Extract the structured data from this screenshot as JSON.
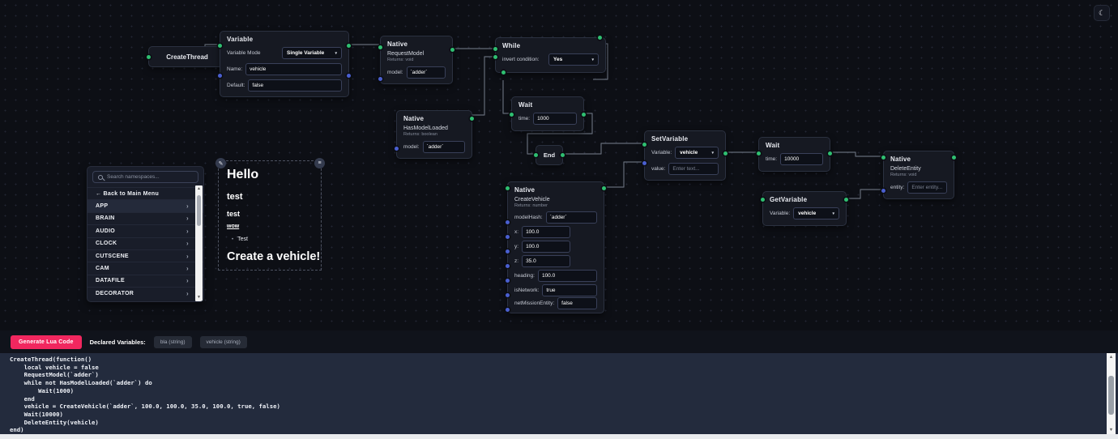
{
  "icons": {
    "chevron_down": "▾",
    "chevron_right": "›",
    "moon": "☾",
    "pencil": "✎",
    "note_menu": "≡",
    "scroll_up": "▲",
    "scroll_down": "▼",
    "bullet": "•"
  },
  "nodes": {
    "create_thread": {
      "title": "CreateThread"
    },
    "variable": {
      "title": "Variable",
      "mode_label": "Variable Mode",
      "mode_value": "Single Variable",
      "name_label": "Name:",
      "name_value": "vehicle",
      "default_label": "Default:",
      "default_value": "false"
    },
    "native_request_model": {
      "title": "Native",
      "fn": "RequestModel",
      "returns": "Returns: void",
      "field_label": "model:",
      "field_value": "`adder`"
    },
    "while": {
      "title": "While",
      "invert_label": "invert condition:",
      "invert_value": "Yes"
    },
    "wait_1000": {
      "title": "Wait",
      "time_label": "time:",
      "time_value": "1000"
    },
    "end": {
      "title": "End"
    },
    "native_has_model_loaded": {
      "title": "Native",
      "fn": "HasModelLoaded",
      "returns": "Returns: boolean",
      "field_label": "model:",
      "field_value": "`adder`"
    },
    "set_variable": {
      "title": "SetVariable",
      "variable_label": "Variable:",
      "variable_value": "vehicle",
      "value_label": "value:",
      "value_placeholder": "Enter text..."
    },
    "wait_10000": {
      "title": "Wait",
      "time_label": "time:",
      "time_value": "10000"
    },
    "native_delete_entity": {
      "title": "Native",
      "fn": "DeleteEntity",
      "returns": "Returns: void",
      "entity_label": "entity:",
      "entity_placeholder": "Enter entity..."
    },
    "native_create_vehicle": {
      "title": "Native",
      "fn": "CreateVehicle",
      "returns": "Returns: number",
      "fields": [
        {
          "label": "modelHash:",
          "value": "`adder`"
        },
        {
          "label": "x:",
          "value": "100.0"
        },
        {
          "label": "y:",
          "value": "100.0"
        },
        {
          "label": "z:",
          "value": "35.0"
        },
        {
          "label": "heading:",
          "value": "100.0"
        },
        {
          "label": "isNetwork:",
          "value": "true"
        },
        {
          "label": "netMissionEntity:",
          "value": "false"
        }
      ]
    },
    "get_variable": {
      "title": "GetVariable",
      "variable_label": "Variable:",
      "variable_value": "vehicle"
    }
  },
  "sidebar": {
    "search_placeholder": "Search namespaces...",
    "back_label": "← Back to Main Menu",
    "items": [
      "APP",
      "BRAIN",
      "AUDIO",
      "CLOCK",
      "CUTSCENE",
      "CAM",
      "DATAFILE",
      "DECORATOR"
    ]
  },
  "note": {
    "heading": "Hello",
    "sub1": "test",
    "sub2": "test",
    "link": "wow",
    "list_item": "Test",
    "footer": "Create a vehicle!"
  },
  "toolbar": {
    "generate_label": "Generate Lua Code",
    "declared_label": "Declared Variables:",
    "variables": [
      "bla (string)",
      "vehicle (string)"
    ]
  },
  "code": {
    "text": "CreateThread(function()\n    local vehicle = false\n    RequestModel(`adder`)\n    while not HasModelLoaded(`adder`) do\n        Wait(1000)\n    end\n    vehicle = CreateVehicle(`adder`, 100.0, 100.0, 35.0, 100.0, true, false)\n    Wait(10000)\n    DeleteEntity(vehicle)\nend)"
  }
}
